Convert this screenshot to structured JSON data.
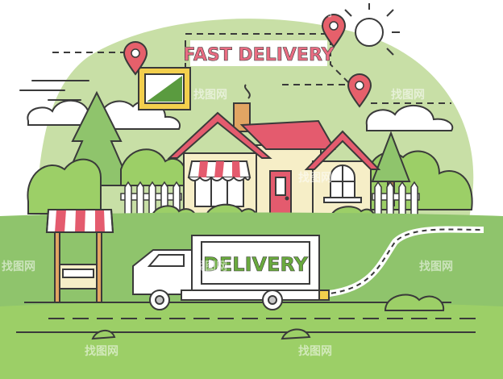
{
  "banner": {
    "text": "FAST DELIVERY"
  },
  "truck": {
    "text": "DELIVERY"
  },
  "watermark": {
    "text": "找图网"
  },
  "colors": {
    "outline": "#3a3a3a",
    "green_light": "#c8dfa6",
    "green_mid": "#8fc46c",
    "green_bright": "#9ccf67",
    "green_dark": "#5a9b3f",
    "roof_red": "#e45b6e",
    "wall_cream": "#f6eec7",
    "pin_red": "#e6606b",
    "banner_text": "#e96c82",
    "truck_text": "#6aaa3e",
    "frame_yellow": "#f3cf4d",
    "road": "#ffffff"
  },
  "icons": [
    "map-pin-icon",
    "sun-icon",
    "picture-frame-icon",
    "cloud-icon"
  ]
}
